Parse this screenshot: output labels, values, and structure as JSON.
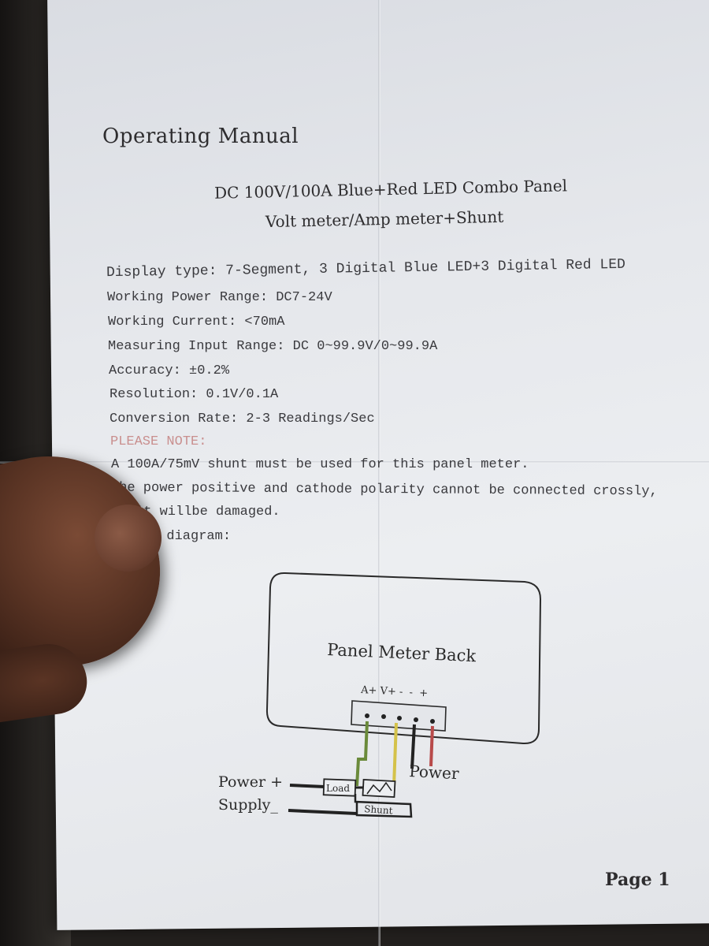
{
  "manual_title": "Operating Manual",
  "heading": {
    "line1": "DC 100V/100A Blue+Red LED Combo Panel",
    "line2": "Volt meter/Amp meter+Shunt"
  },
  "specs": [
    "Display type: 7-Segment, 3 Digital Blue LED+3 Digital Red LED",
    "Working Power Range: DC7-24V",
    "Working Current: <70mA",
    "Measuring Input Range: DC 0~99.9V/0~99.9A",
    "Accuracy: ±0.2%",
    "Resolution: 0.1V/0.1A",
    "Conversion Rate: 2-3 Readings/Sec"
  ],
  "note": {
    "label": "PLEASE NOTE:",
    "line1": "A 100A/75mV shunt must be used for this panel meter.",
    "line2": "The power positive and cathode polarity cannot be connected crossly,",
    "line3": "it willbe damaged.",
    "line4": "g diagram:"
  },
  "diagram": {
    "box_label": "Panel Meter Back",
    "terminal_labels": "A+ V+ -  -  +",
    "power_label": "Power",
    "supply_label_line1": "Power +",
    "supply_label_line2": "Supply_",
    "load_label": "Load",
    "shunt_label": "Shunt",
    "wire_colors": {
      "green": "#6a8a3a",
      "yellow": "#d4c24a",
      "black": "#222222",
      "red": "#b84a4a"
    }
  },
  "page_label": "Page 1"
}
